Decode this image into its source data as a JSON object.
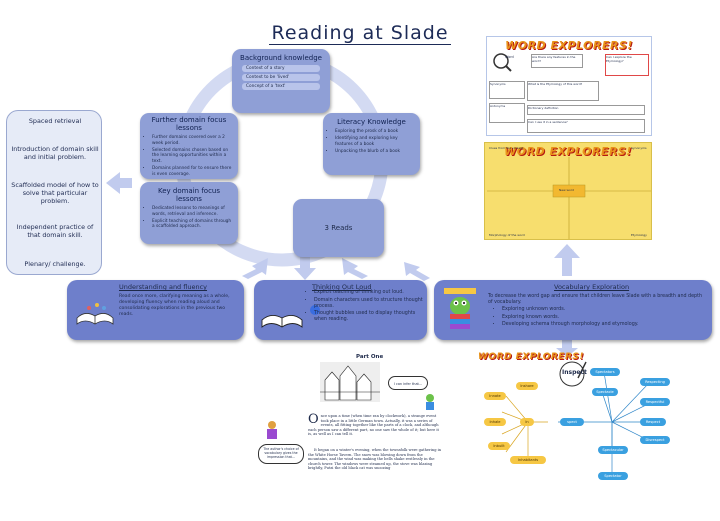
{
  "title": "Reading at Slade",
  "cycle": {
    "background": {
      "title": "Background knowledge",
      "pills": [
        "Context of a story",
        "Context to be 'lived'",
        "Concept of a 'text'"
      ]
    },
    "literacy": {
      "title": "Literacy Knowledge",
      "items": [
        "Exploring the prosk of a book",
        "Identifying and exploring key features of a book",
        "Unpacking the blurb of a book"
      ]
    },
    "further": {
      "title": "Further domain focus lessons",
      "items": [
        "Further domains covered over a 2 week period.",
        "Selected domains chosen based on the learning opportunities within a text.",
        "Domains planned for to ensure there is even coverage."
      ]
    },
    "key": {
      "title": "Key domain focus lessons",
      "items": [
        "Dedicated lessons to meanings of words, retrieval and inference.",
        "Explicit teaching of domains through a scaffolded approach."
      ]
    },
    "reads": {
      "title": "3 Reads"
    }
  },
  "spaced": {
    "steps": [
      "Spaced retrieval",
      "Introduction of domain skill and initial problem.",
      "Scaffolded model of how to solve that particular problem.",
      "Independent practice of that domain skill.",
      "Plenary/ challenge."
    ]
  },
  "bottom": {
    "understanding": {
      "title": "Understanding and fluency",
      "text": "Read once more, clarifying meaning as a whole, developing fluency when reading aloud and consolidating explorations in the previous two reads."
    },
    "thinking": {
      "title": "Thinking Out Loud",
      "items": [
        "Explicit teaching of thinking out loud.",
        "Domain characters used to structure thought process.",
        "Thought bubbles used to display thoughts when reading."
      ]
    },
    "vocab": {
      "title": "Vocabulary Exploration",
      "lead": "To decrease the word gap and ensure that children leave Slade with a breadth and depth of vocabulary.",
      "items": [
        "Exploring unknown words.",
        "Exploring known words.",
        "Developing schema through morphology and etymology."
      ]
    }
  },
  "word_explorers": {
    "heading": "WORD EXPLORERS!",
    "sheet1": {
      "cells": [
        "Word",
        "Are there any features in the word?",
        "Can I explore the Etymology?",
        "Synonyms",
        "What is the Etymology of this word?",
        "Antonyms",
        "Dictionary definition",
        "Can I use it in a sentence?"
      ]
    },
    "sheet2": {
      "corner_tl": "Clues from the context",
      "corner_tr": "Synonyms",
      "corner_bl": "Morphology of the word",
      "corner_br": "Etymology",
      "center": "New word"
    },
    "map": {
      "center": "Inspect",
      "yellow": [
        "Inshore",
        "Innate",
        "Inhale",
        "Inbuilt",
        "Inhabitants",
        "In"
      ],
      "middle": [
        "spect"
      ],
      "blue": [
        "Spectators",
        "Spectacle",
        "Respecting",
        "Respectful",
        "Respect",
        "Disrespect",
        "Spectacular",
        "Spectator"
      ]
    }
  },
  "book": {
    "part": "Part One",
    "bubble1": "The author's choice of vocabulary gives the impression that...",
    "bubble2": "I can infer that...",
    "paragraph1": "nce upon a time (when time ran by clockwork), a strange event took place in a little German town. Actually, it was a series of events, all fitting together like the parts of a clock, and although each person saw a different part, no one saw the whole of it; but here it is, as well as I can tell it.",
    "paragraph2": "It began on a winter's evening, when the townsfolk were gathering in the White Horse Tavern. The snow was blowing down from the mountains, and the wind was making the bells shake restlessly in the church tower. The windows were steamed up, the stove was blazing brightly, Putzi the old black cat was snoozing"
  },
  "colors": {
    "card": "#8f9fd6",
    "bar": "#6e7fcb",
    "arrow": "#c1cbee",
    "title": "#1d2b57"
  }
}
